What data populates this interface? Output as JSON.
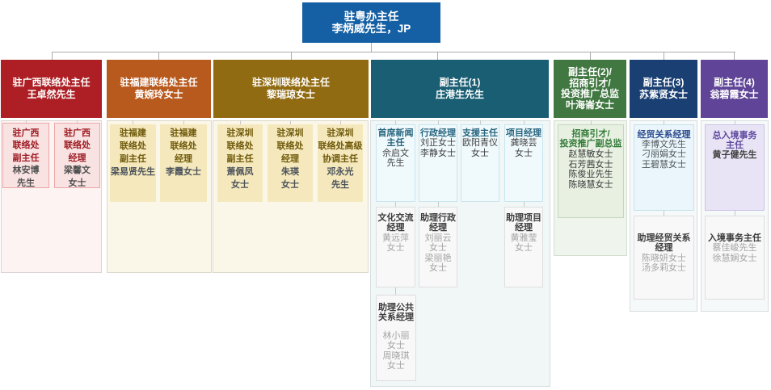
{
  "page_title": "组织结构图",
  "chart": {
    "root": {
      "lines": [
        "驻粤办主任",
        "李炳威先生，JP"
      ],
      "color": "#1560A4"
    },
    "columns": [
      {
        "id": "guangxi",
        "header": {
          "lines": [
            "驻广西联络处主任",
            "王卓然先生"
          ],
          "color": "#AD1F24"
        },
        "panel_color": "#FDF3F3",
        "boxes": [
          {
            "lines": [
              {
                "type": "title",
                "text": "驻广西"
              },
              {
                "type": "title",
                "text": "联络处"
              },
              {
                "type": "title",
                "text": "副主任"
              },
              {
                "type": "name",
                "text": "林安博"
              },
              {
                "type": "name",
                "text": "先生"
              }
            ]
          },
          {
            "lines": [
              {
                "type": "title",
                "text": "驻广西"
              },
              {
                "type": "title",
                "text": "联络处"
              },
              {
                "type": "title",
                "text": "经理"
              },
              {
                "type": "name",
                "text": "梁馨文"
              },
              {
                "type": "name",
                "text": "女士"
              }
            ]
          }
        ]
      },
      {
        "id": "fujian",
        "header": {
          "lines": [
            "驻福建联络处主任",
            "黄婉玲女士"
          ],
          "color": "#B8591D"
        },
        "panel_color": "#FAF7E9",
        "boxes": [
          {
            "lines": [
              {
                "type": "title",
                "text": "驻福建"
              },
              {
                "type": "title",
                "text": "联络处"
              },
              {
                "type": "title",
                "text": "副主任"
              },
              {
                "type": "name",
                "text": "梁易贤先生"
              }
            ]
          },
          {
            "lines": [
              {
                "type": "title",
                "text": "驻福建"
              },
              {
                "type": "title",
                "text": "联络处"
              },
              {
                "type": "title",
                "text": "经理"
              },
              {
                "type": "name",
                "text": "李霞女士"
              }
            ]
          }
        ]
      },
      {
        "id": "shenzhen",
        "header": {
          "lines": [
            "驻深圳联络处主任",
            "黎瑞琼女士"
          ],
          "color": "#916B11"
        },
        "panel_color": "#FAF7E9",
        "boxes": [
          {
            "lines": [
              {
                "type": "title",
                "text": "驻深圳"
              },
              {
                "type": "title",
                "text": "联络处"
              },
              {
                "type": "title",
                "text": "副主任"
              },
              {
                "type": "name",
                "text": "萧佩凤"
              },
              {
                "type": "name",
                "text": "女士"
              }
            ]
          },
          {
            "lines": [
              {
                "type": "title",
                "text": "驻深圳"
              },
              {
                "type": "title",
                "text": "联络处"
              },
              {
                "type": "title",
                "text": "经理"
              },
              {
                "type": "name",
                "text": "朱瑛"
              },
              {
                "type": "name",
                "text": "女士"
              }
            ]
          },
          {
            "lines": [
              {
                "type": "title",
                "text": "驻深圳"
              },
              {
                "type": "title",
                "text": "联络处高级"
              },
              {
                "type": "title",
                "text": "协调主任"
              },
              {
                "type": "name",
                "text": "邓永光"
              },
              {
                "type": "name",
                "text": "先生"
              }
            ]
          }
        ]
      },
      {
        "id": "deputy1",
        "header": {
          "lines": [
            "副主任(1)",
            "庄港生先生"
          ],
          "color": "#1A5E73"
        },
        "panel_color": "#F1F7F7",
        "boxes": [
          {
            "lines": [
              {
                "type": "title",
                "text": "首席新闻"
              },
              {
                "type": "title",
                "text": "主任"
              },
              {
                "type": "name",
                "text": "佘启文"
              },
              {
                "type": "name",
                "text": "先生"
              }
            ]
          },
          {
            "lines": [
              {
                "type": "title",
                "text": "行政经理"
              },
              {
                "type": "name",
                "text": "刘正女士"
              },
              {
                "type": "name",
                "text": "李静女士"
              }
            ]
          },
          {
            "lines": [
              {
                "type": "title",
                "text": "支援主任"
              },
              {
                "type": "name",
                "text": "欧阳青仪"
              },
              {
                "type": "name",
                "text": "女士"
              }
            ]
          },
          {
            "lines": [
              {
                "type": "title",
                "text": "项目经理"
              },
              {
                "type": "name",
                "text": "龚晓芸"
              },
              {
                "type": "name",
                "text": "女士"
              }
            ]
          },
          {
            "lines": [
              {
                "type": "title",
                "text": "文化交流"
              },
              {
                "type": "title",
                "text": "经理"
              },
              {
                "type": "name",
                "text": "黄远萍"
              },
              {
                "type": "name",
                "text": "女士"
              }
            ]
          },
          {
            "lines": [
              {
                "type": "title",
                "text": "助理行政"
              },
              {
                "type": "title",
                "text": "经理"
              },
              {
                "type": "name",
                "text": "刘丽云"
              },
              {
                "type": "name",
                "text": "女士"
              },
              {
                "type": "name",
                "text": "梁丽艳"
              },
              {
                "type": "name",
                "text": "女士"
              }
            ]
          },
          {
            "lines": [
              {
                "type": "title",
                "text": "助理项目"
              },
              {
                "type": "title",
                "text": "经理"
              },
              {
                "type": "name",
                "text": "黄雅莹"
              },
              {
                "type": "name",
                "text": "女士"
              }
            ]
          },
          {
            "lines": [
              {
                "type": "title",
                "text": "助理公共"
              },
              {
                "type": "title",
                "text": "关系经理"
              },
              {
                "type": "name",
                "text": "林小丽"
              },
              {
                "type": "name",
                "text": "女士"
              },
              {
                "type": "name",
                "text": "周晓琪"
              },
              {
                "type": "name",
                "text": "女士"
              }
            ]
          }
        ]
      },
      {
        "id": "deputy2",
        "header": {
          "lines": [
            "副主任(2)/",
            "招商引才/",
            "投资推广总监",
            "叶海崙女士"
          ],
          "color": "#417741"
        },
        "panel_color": "#EFF5ED",
        "boxes": [
          {
            "lines": [
              {
                "type": "title",
                "text": "招商引才/"
              },
              {
                "type": "title",
                "text": "投资推广副总监"
              },
              {
                "type": "name",
                "text": "赵慧敏女士"
              },
              {
                "type": "name",
                "text": "石芳茜女士"
              },
              {
                "type": "name",
                "text": "陈俊业先生"
              },
              {
                "type": "name",
                "text": "陈晓慧女士"
              }
            ]
          }
        ]
      },
      {
        "id": "deputy3",
        "header": {
          "lines": [
            "副主任(3)",
            "苏紫贤女士"
          ],
          "color": "#1A3F72"
        },
        "panel_color": "#F6F9F9",
        "boxes": [
          {
            "lines": [
              {
                "type": "title",
                "text": "经贸关系经理"
              },
              {
                "type": "name",
                "text": "李博文先生"
              },
              {
                "type": "name",
                "text": "刁丽娟女士"
              },
              {
                "type": "name",
                "text": "王碧慧女士"
              }
            ]
          },
          {
            "lines": [
              {
                "type": "title",
                "text": "助理经贸关系"
              },
              {
                "type": "title",
                "text": "经理"
              },
              {
                "type": "name",
                "text": "陈晓妍女士"
              },
              {
                "type": "name",
                "text": "汤多莉女士"
              }
            ]
          }
        ]
      },
      {
        "id": "deputy4",
        "header": {
          "lines": [
            "副主任(4)",
            "翁碧霞女士"
          ],
          "color": "#5F4497"
        },
        "panel_color": "#F6F9F9",
        "boxes": [
          {
            "lines": [
              {
                "type": "title",
                "text": "总入境事务"
              },
              {
                "type": "title",
                "text": "主任"
              },
              {
                "type": "name",
                "text": "黄子健先生"
              }
            ]
          },
          {
            "lines": [
              {
                "type": "title",
                "text": "入境事务主任"
              },
              {
                "type": "name",
                "text": "蔡佳峻先生"
              },
              {
                "type": "name",
                "text": "徐慧娴女士"
              }
            ]
          }
        ]
      }
    ]
  }
}
